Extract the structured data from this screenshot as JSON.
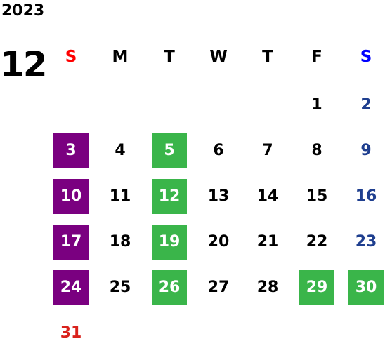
{
  "calendar": {
    "year": "2023",
    "month": "12",
    "weekdays": [
      {
        "label": "S",
        "color": "#ff0000"
      },
      {
        "label": "M",
        "color": "#000000"
      },
      {
        "label": "T",
        "color": "#000000"
      },
      {
        "label": "W",
        "color": "#000000"
      },
      {
        "label": "T",
        "color": "#000000"
      },
      {
        "label": "F",
        "color": "#000000"
      },
      {
        "label": "S",
        "color": "#0000ff"
      }
    ],
    "weeks": [
      [
        "",
        "",
        "",
        "",
        "",
        "1",
        "2"
      ],
      [
        "3",
        "4",
        "5",
        "6",
        "7",
        "8",
        "9"
      ],
      [
        "10",
        "11",
        "12",
        "13",
        "14",
        "15",
        "16"
      ],
      [
        "17",
        "18",
        "19",
        "20",
        "21",
        "22",
        "23"
      ],
      [
        "24",
        "25",
        "26",
        "27",
        "28",
        "29",
        "30"
      ],
      [
        "31",
        "",
        "",
        "",
        "",
        "",
        ""
      ]
    ],
    "highlights": {
      "purple": [
        "3",
        "10",
        "17",
        "24"
      ],
      "green": [
        "5",
        "12",
        "19",
        "26",
        "29",
        "30"
      ]
    },
    "colors": {
      "purple": "#7a0080",
      "green": "#3ab54a",
      "sunday": "#d9221c",
      "saturday": "#1f3f8f"
    }
  }
}
